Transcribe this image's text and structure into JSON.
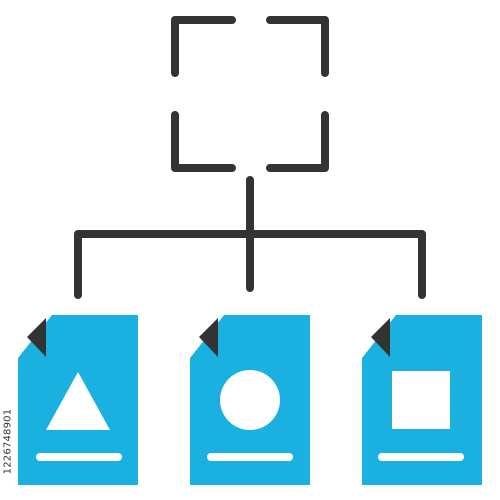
{
  "colors": {
    "background": "#ffffff",
    "stroke": "#333333",
    "document_fill": "#1ab0e0",
    "shape_fill": "#ffffff"
  },
  "icon": {
    "name": "hierarchy-documents-icon",
    "top_node": "focus-frame-icon",
    "documents": [
      {
        "name": "document-triangle-icon",
        "shape": "triangle"
      },
      {
        "name": "document-circle-icon",
        "shape": "circle"
      },
      {
        "name": "document-square-icon",
        "shape": "square"
      }
    ]
  },
  "side_code": "1226748901"
}
